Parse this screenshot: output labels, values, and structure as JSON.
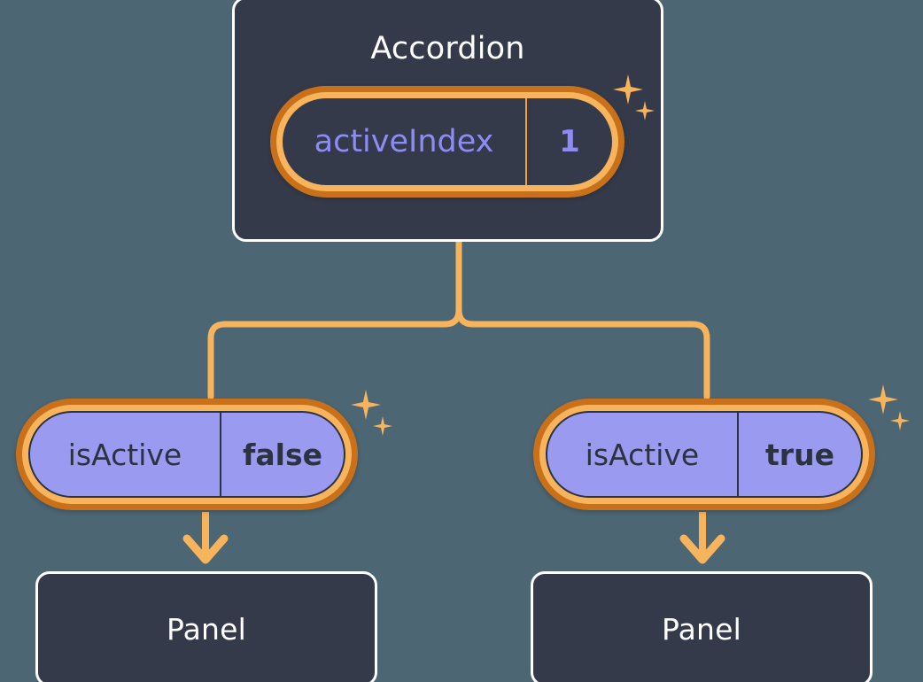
{
  "diagram": {
    "background_color": "#4d6673",
    "accent_color": "#f8b45c",
    "accent_dark_color": "#c8701a",
    "card_color": "#343a49",
    "purple_fill_color": "#9a9af0",
    "purple_text_color": "#8d8cf5"
  },
  "root": {
    "title": "Accordion",
    "state": {
      "key": "activeIndex",
      "value": "1"
    },
    "sparkle_icon": "sparkle-icon"
  },
  "branches": [
    {
      "state": {
        "key": "isActive",
        "value": "false"
      },
      "child": {
        "title": "Panel"
      },
      "sparkle_icon": "sparkle-icon",
      "arrow_icon": "arrow-down-icon"
    },
    {
      "state": {
        "key": "isActive",
        "value": "true"
      },
      "child": {
        "title": "Panel"
      },
      "sparkle_icon": "sparkle-icon",
      "arrow_icon": "arrow-down-icon"
    }
  ]
}
